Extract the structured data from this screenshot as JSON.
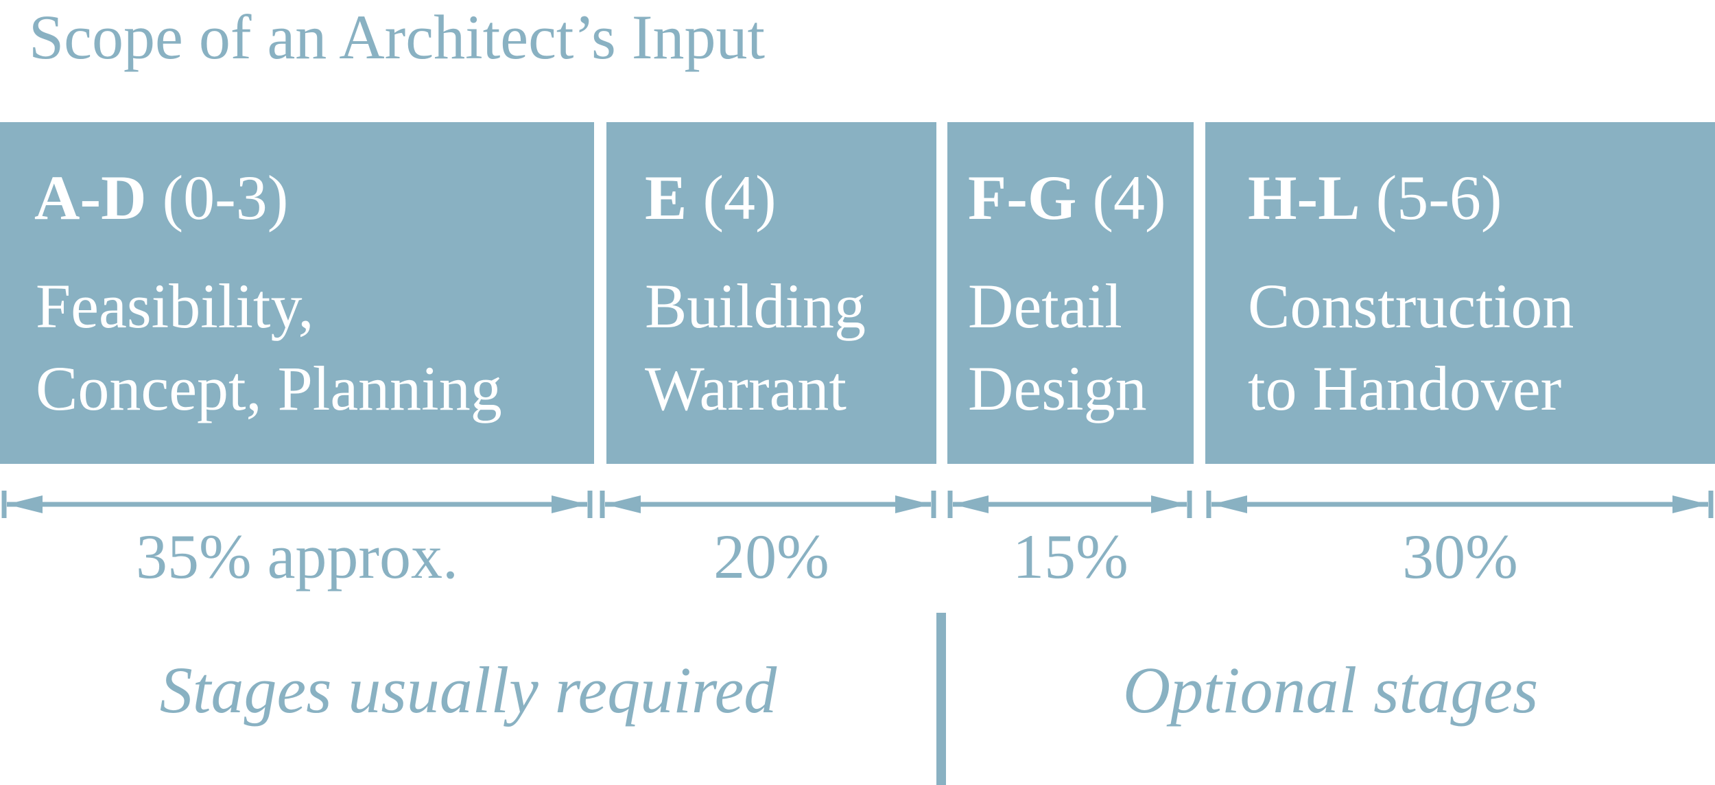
{
  "colors": {
    "accent": "#89b1c2",
    "text_on_block": "#ffffff",
    "background": "#ffffff"
  },
  "title": "Scope of an Architect’s Input",
  "stages": [
    {
      "code": "A-D",
      "number": "(0-3)",
      "name_line1": "Feasibility,",
      "name_line2": "Concept, Planning",
      "share": "35% approx."
    },
    {
      "code": "E",
      "number": "(4)",
      "name_line1": "Building",
      "name_line2": "Warrant",
      "share": "20%"
    },
    {
      "code": "F-G",
      "number": "(4)",
      "name_line1": "Detail",
      "name_line2": "Design",
      "share": "15%"
    },
    {
      "code": "H-L",
      "number": "(5-6)",
      "name_line1": "Construction",
      "name_line2": "to Handover",
      "share": "30%"
    }
  ],
  "groups": {
    "required": "Stages usually required",
    "optional": "Optional stages"
  }
}
